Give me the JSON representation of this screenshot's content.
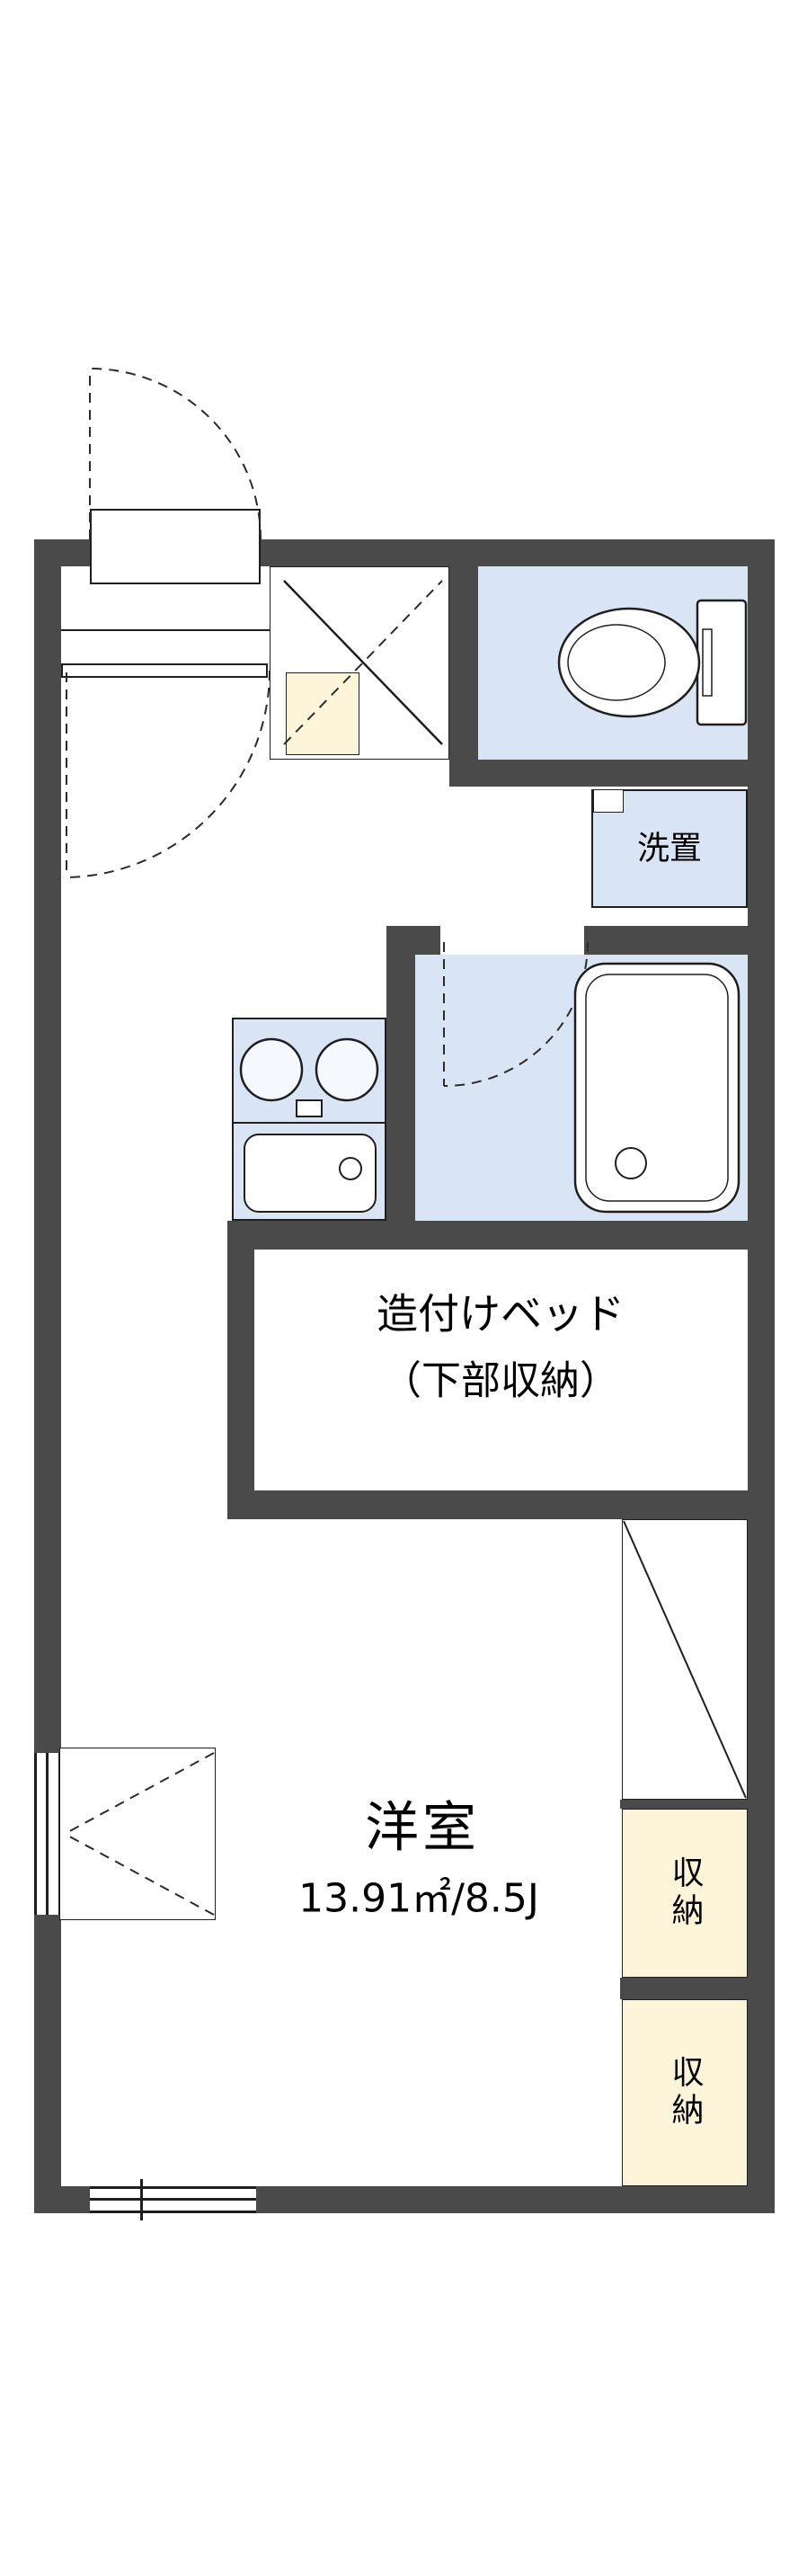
{
  "floorplan": {
    "type": "apartment-floor-plan",
    "labels": {
      "washer": "洗置",
      "bed_line1": "造付けベッド",
      "bed_line2": "（下部収納）",
      "room_name": "洋室",
      "room_area": "13.91㎡/8.5J",
      "closet_top": "収納",
      "closet_bottom": "収納"
    },
    "colors": {
      "wall": "#4a4a4a",
      "wet_area_fill": "#d9e4f5",
      "storage_fill": "#fdf4da",
      "outline": "#1f1f1f",
      "background": "#ffffff"
    }
  }
}
